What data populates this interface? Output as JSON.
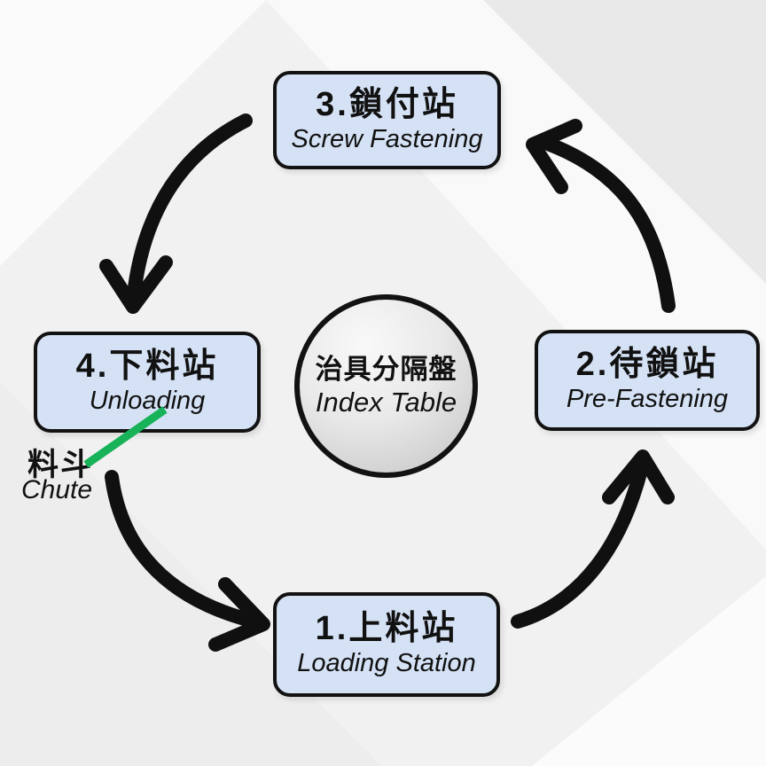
{
  "center": {
    "zh": "治具分隔盤",
    "en": "Index Table"
  },
  "stations": {
    "loading": {
      "zh": "1.上料站",
      "en": "Loading Station",
      "position": "bottom"
    },
    "pre_fastening": {
      "zh": "2.待鎖站",
      "en": "Pre-Fastening",
      "position": "right"
    },
    "screw_fastening": {
      "zh": "3.鎖付站",
      "en": "Screw Fastening",
      "position": "top"
    },
    "unloading": {
      "zh": "4.下料站",
      "en": "Unloading",
      "position": "left"
    }
  },
  "chute": {
    "zh": "料斗",
    "en": "Chute"
  },
  "arrows": [
    {
      "from": "loading",
      "to": "pre_fastening",
      "side": "bottom-right",
      "direction": "up"
    },
    {
      "from": "pre_fastening",
      "to": "screw_fastening",
      "side": "top-right",
      "direction": "up-left"
    },
    {
      "from": "screw_fastening",
      "to": "unloading",
      "side": "top-left",
      "direction": "down"
    },
    {
      "from": "unloading",
      "to": "loading",
      "side": "bottom-left",
      "direction": "right"
    }
  ],
  "flow_direction": "counterclockwise",
  "colors": {
    "station_fill": "#d5e2f5",
    "station_border": "#121212",
    "arrow": "#101010",
    "chute_line": "#18b259",
    "circle_gradient_light": "#f9f9f9",
    "circle_gradient_dark": "#c3c3c3",
    "background_base": "#f2f2f2",
    "background_shape_gray": "#e9e9e9",
    "background_shape_white": "#fafafa",
    "text": "#111111"
  }
}
